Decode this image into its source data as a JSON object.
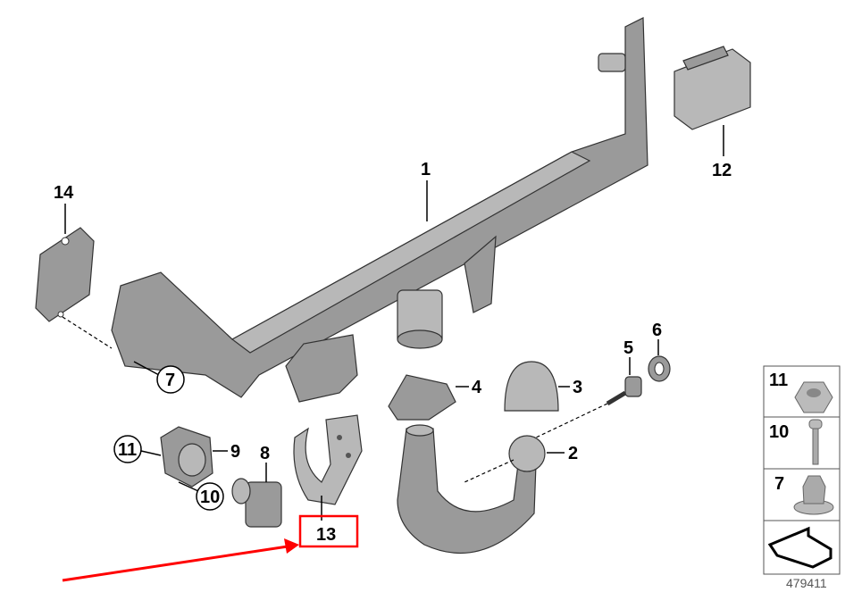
{
  "diagram": {
    "callouts": {
      "p1": "1",
      "p2": "2",
      "p3": "3",
      "p4": "4",
      "p5": "5",
      "p6": "6",
      "p7": "7",
      "p8": "8",
      "p9": "9",
      "p10": "10",
      "p11": "11",
      "p12": "12",
      "p13": "13",
      "p14": "14"
    },
    "legend": {
      "rows": [
        {
          "label": "11",
          "icon": "hex-nut-icon"
        },
        {
          "label": "10",
          "icon": "bolt-icon"
        },
        {
          "label": "7",
          "icon": "flange-nut-icon"
        },
        {
          "label": "",
          "icon": "front-direction-arrow-icon"
        }
      ]
    },
    "image_number": "479411",
    "highlight_color": "#ff0000",
    "highlighted_part": "13"
  }
}
